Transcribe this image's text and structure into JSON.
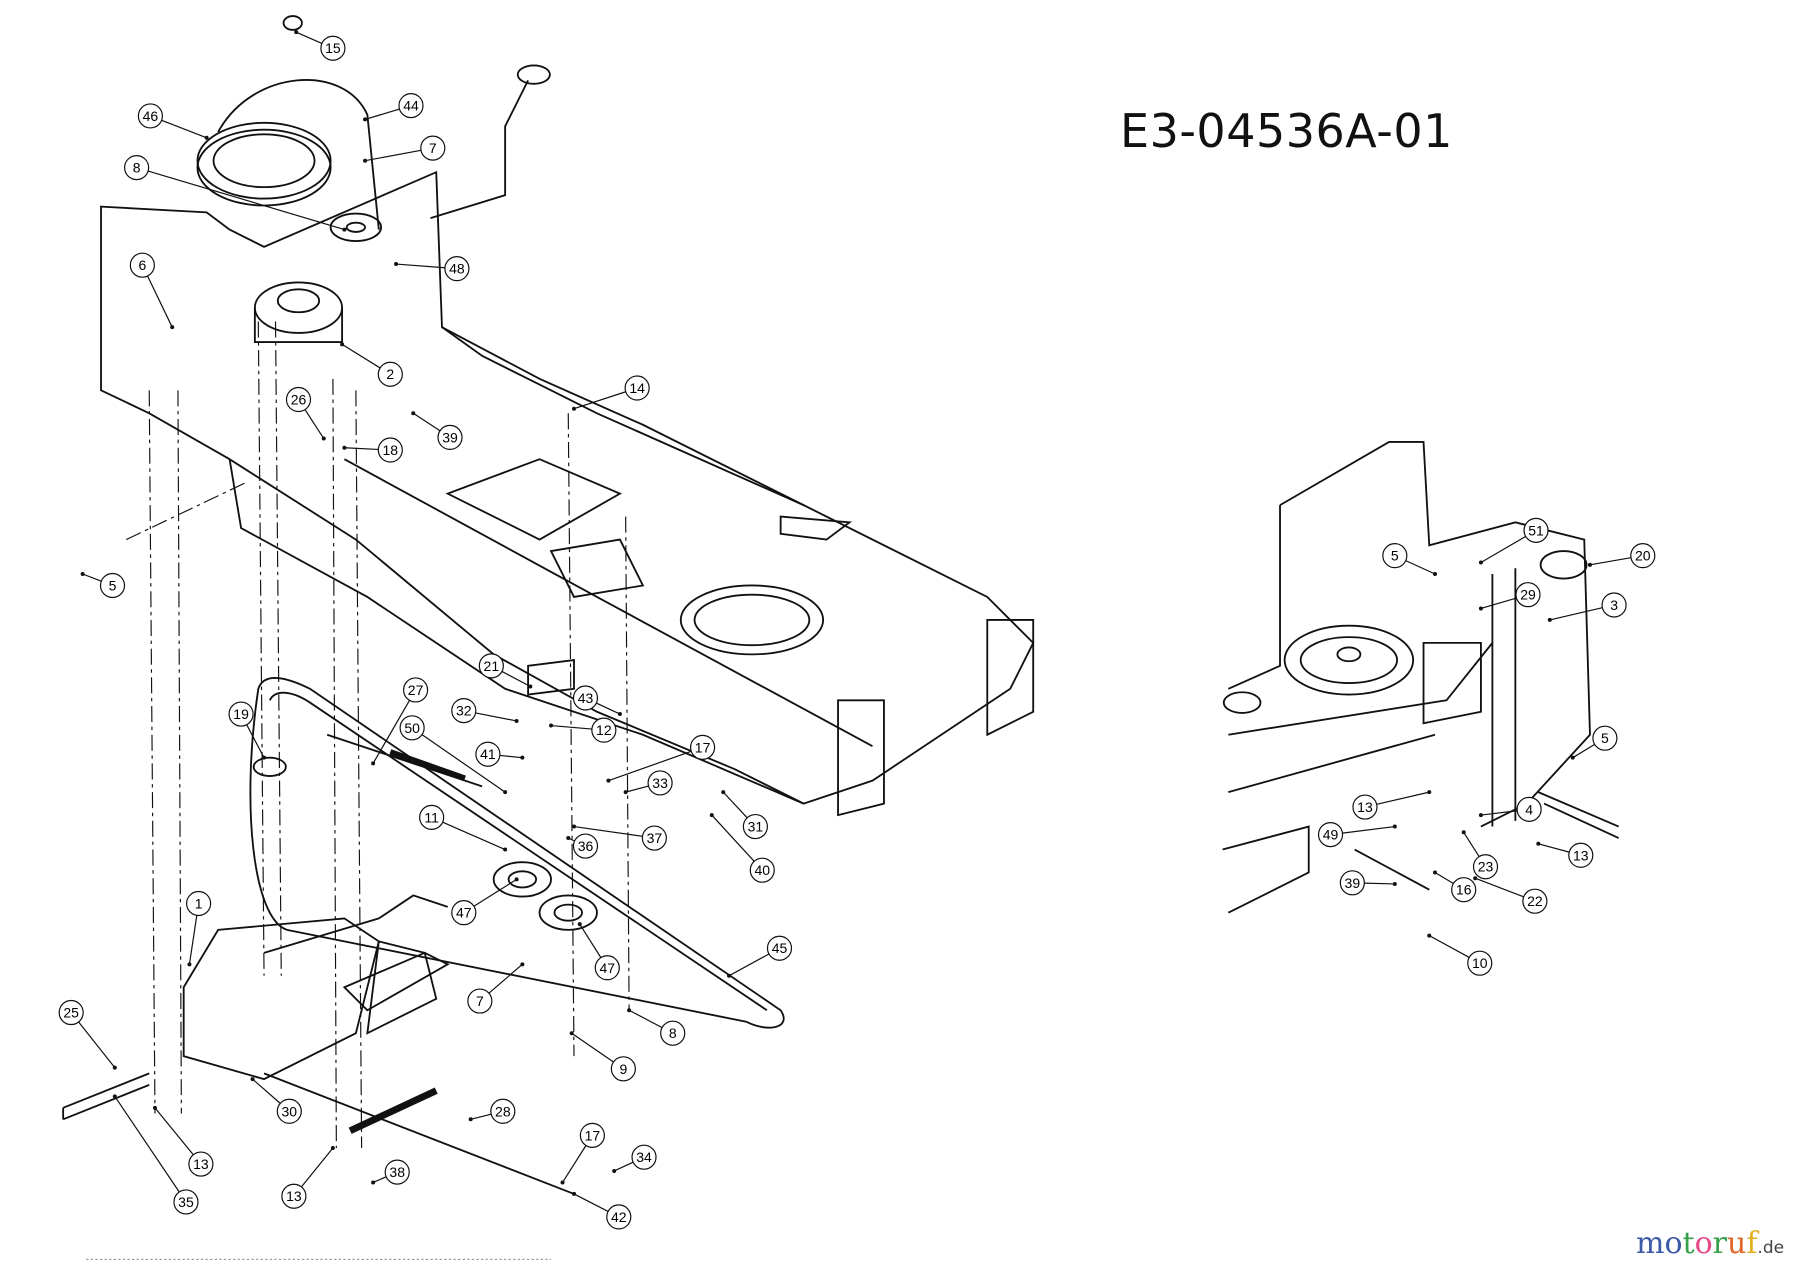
{
  "diagram_code": "E3-04536A-01",
  "watermark": {
    "name": "motoruf",
    "suffix": ".de",
    "letter_colors": [
      "#3b5aa8",
      "#3b5aa8",
      "#34a04a",
      "#e24a8a",
      "#34a04a",
      "#e2662a",
      "#e0b020"
    ]
  },
  "main_callouts": [
    "15",
    "44",
    "46",
    "7",
    "8",
    "48",
    "6",
    "2",
    "14",
    "26",
    "18",
    "39",
    "5",
    "21",
    "27",
    "32",
    "43",
    "12",
    "19",
    "50",
    "41",
    "17",
    "33",
    "11",
    "36",
    "37",
    "31",
    "40",
    "47",
    "47",
    "45",
    "1",
    "7",
    "8",
    "9",
    "25",
    "30",
    "28",
    "17",
    "34",
    "13",
    "13",
    "38",
    "35",
    "42"
  ],
  "inset_callouts": [
    "51",
    "5",
    "20",
    "29",
    "3",
    "5",
    "13",
    "49",
    "4",
    "13",
    "23",
    "39",
    "16",
    "22",
    "10"
  ]
}
